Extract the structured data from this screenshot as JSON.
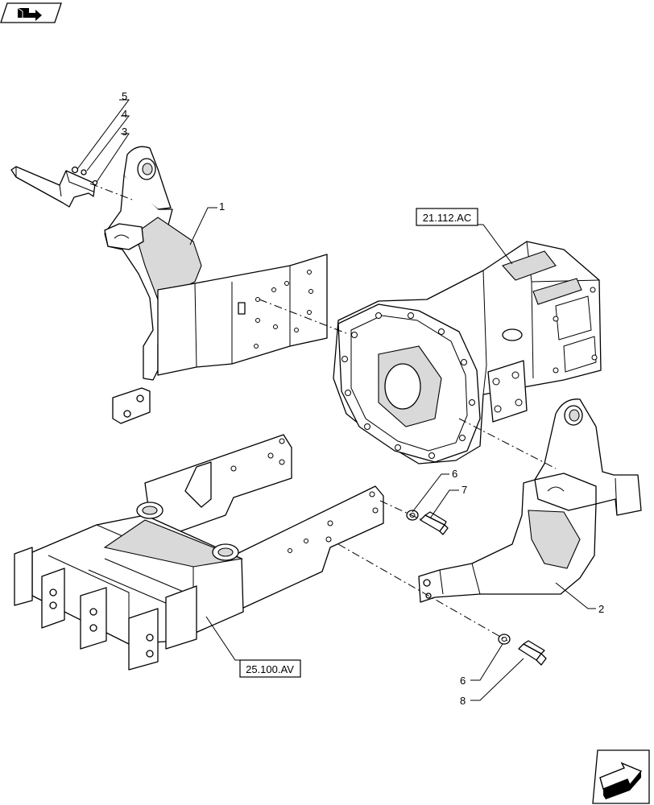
{
  "navigation": {
    "top_icon": "book-arrow-icon",
    "bottom_icon": "next-page-arrow-icon"
  },
  "references": {
    "transmission": "21.112.AC",
    "frame": "25.100.AV"
  },
  "callouts": {
    "c1": "1",
    "c2": "2",
    "c3": "3",
    "c4": "4",
    "c5": "5",
    "c6a": "6",
    "c6b": "6",
    "c7": "7",
    "c8": "8"
  }
}
